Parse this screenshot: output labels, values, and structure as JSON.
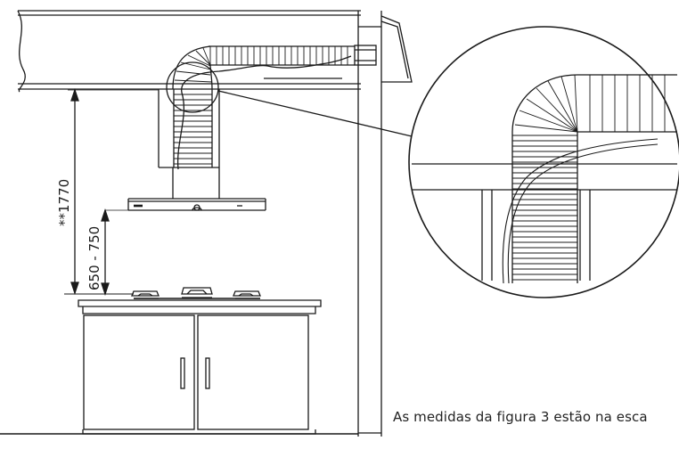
{
  "dimensions": {
    "overall_height": "**1770",
    "hood_to_hob": "650 - 750"
  },
  "caption": "As medidas da figura 3 estão na esca",
  "colors": {
    "line": "#1a1a1a",
    "background": "#ffffff"
  }
}
